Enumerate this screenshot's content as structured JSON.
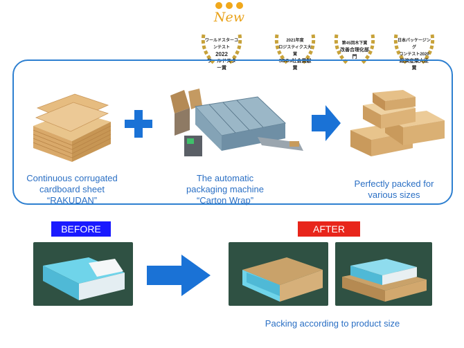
{
  "new_badge": {
    "label": "New",
    "dot_color": "#f0a81c"
  },
  "awards": [
    {
      "lines": [
        "ワールドスターコンテスト",
        "2022",
        "ワールドスター賞"
      ]
    },
    {
      "lines": [
        "2021年度",
        "ロジスティクス大賞",
        "SDGs社会貢献賞"
      ]
    },
    {
      "lines": [
        "第45回木下賞",
        "改善合理化部門"
      ]
    },
    {
      "lines": [
        "日本パッケージング",
        "コンテスト2020",
        "経済産業大臣賞"
      ]
    }
  ],
  "steps": [
    {
      "lines": [
        "Continuous corrugated",
        "cardboard sheet",
        "“RAKUDAN”"
      ]
    },
    {
      "lines": [
        "The automatic",
        "packaging machine",
        "“Carton Wrap”"
      ]
    },
    {
      "lines": [
        "Perfectly packed for",
        "various sizes"
      ]
    }
  ],
  "before_label": "BEFORE",
  "after_label": "AFTER",
  "bottom_caption": "Packing according to product size",
  "colors": {
    "accent_blue": "#2d7fd0",
    "before_bg": "#1a1aff",
    "after_bg": "#e8251b",
    "arrow_blue": "#1a72d6"
  }
}
